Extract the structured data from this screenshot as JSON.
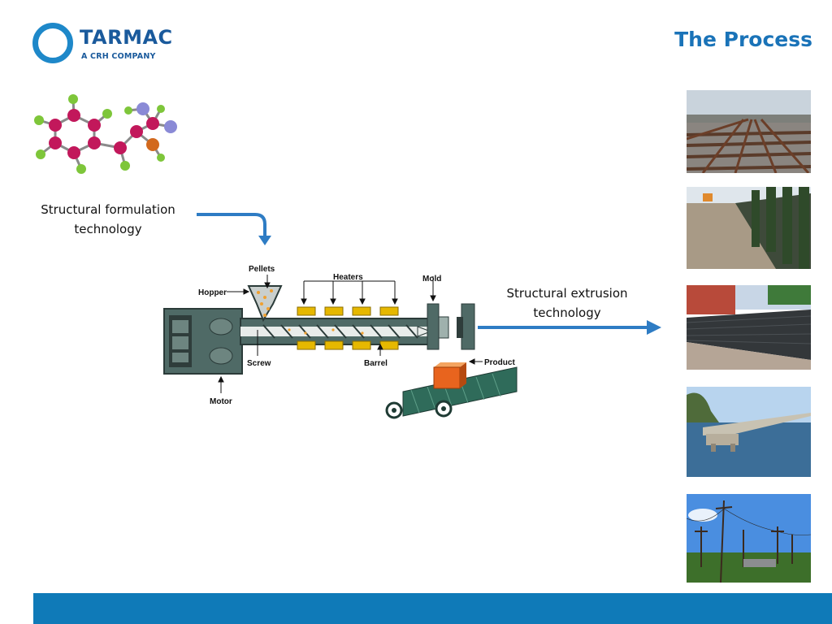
{
  "logo": {
    "name": "TARMAC",
    "tagline": "A CRH COMPANY"
  },
  "title": "The Process",
  "captions": {
    "formulation_line1": "Structural formulation",
    "formulation_line2": "technology",
    "extrusion_line1": "Structural extrusion",
    "extrusion_line2": "technology"
  },
  "diagram": {
    "pellets": "Pellets",
    "hopper": "Hopper",
    "heaters": "Heaters",
    "mold": "Mold",
    "screw": "Screw",
    "barrel": "Barrel",
    "product": "Product",
    "motor": "Motor"
  },
  "colors": {
    "brand_blue": "#0f7ab8",
    "title_blue": "#1a73b8",
    "arrow_blue": "#2e7cc4"
  },
  "photos": [
    "railway-sleepers",
    "retaining-wall",
    "fence-panels",
    "jetty-on-water",
    "utility-poles"
  ]
}
